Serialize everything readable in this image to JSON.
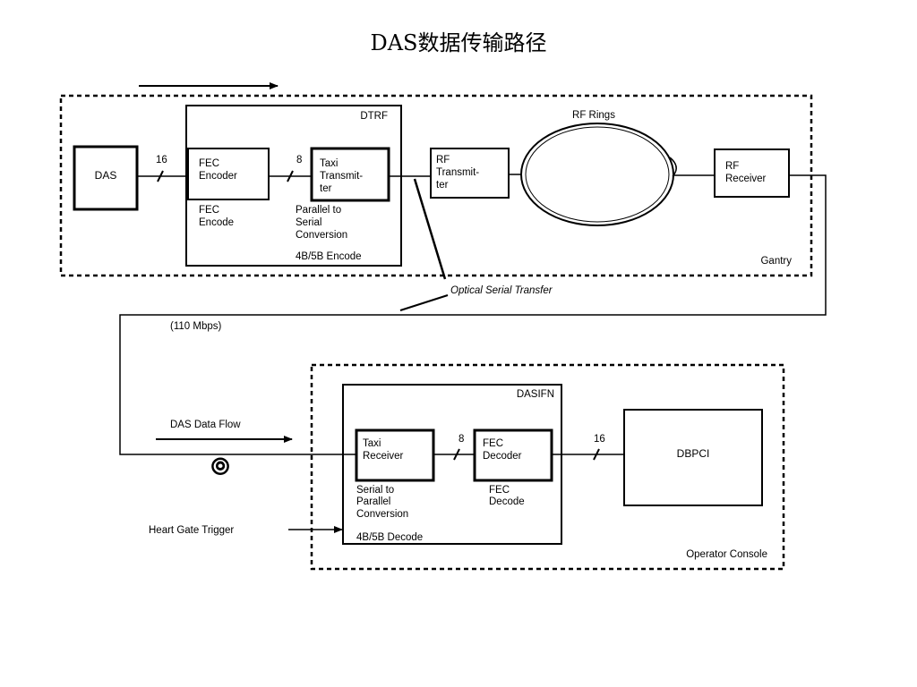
{
  "title": "DAS数据传输路径",
  "gantry": {
    "label": "Gantry",
    "das_box": "DAS",
    "bus_16": "16",
    "dtrf": {
      "label": "DTRF",
      "fec_encoder": [
        "FEC",
        "Encoder"
      ],
      "fec_encode_caption": [
        "FEC",
        "Encode"
      ],
      "bus_8": "8",
      "taxi_transmitter": [
        "Taxi",
        "Transmit-",
        "ter"
      ],
      "conversion_caption": [
        "Parallel to",
        "Serial",
        "Conversion"
      ],
      "footer": "4B/5B Encode"
    },
    "rf_transmitter": [
      "RF",
      "Transmit-",
      "ter"
    ],
    "rf_rings": "RF Rings",
    "rf_receiver": [
      "RF",
      "Receiver"
    ]
  },
  "optical_serial_transfer": "Optical Serial Transfer",
  "rate": "(110 Mbps)",
  "das_data_flow": "DAS Data Flow",
  "connector_glyph": "⦾",
  "heart_gate_trigger": "Heart Gate Trigger",
  "console": {
    "label": "Operator Console",
    "dasifn": {
      "label": "DASIFN",
      "taxi_receiver": [
        "Taxi",
        "Receiver"
      ],
      "conversion_caption": [
        "Serial to",
        "Parallel",
        "Conversion"
      ],
      "bus_8": "8",
      "fec_decoder": [
        "FEC",
        "Decoder"
      ],
      "fec_decode_caption": [
        "FEC",
        "Decode"
      ],
      "footer": "4B/5B Decode"
    },
    "bus_16": "16",
    "dbpci": "DBPCI"
  }
}
